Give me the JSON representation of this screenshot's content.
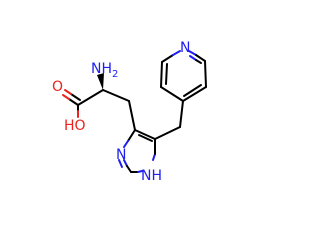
{
  "colors": {
    "bond": "#000000",
    "nitrogen": "#1f1ff0",
    "oxygen": "#e8241c",
    "background": "#ffffff"
  },
  "atoms": {
    "amine": "NH",
    "amine_sub": "2",
    "carbonyl_o": "O",
    "hydroxyl": "HO",
    "imidazole_n3": "N",
    "imidazole_nh": "NH",
    "pyridine_n": "N"
  }
}
